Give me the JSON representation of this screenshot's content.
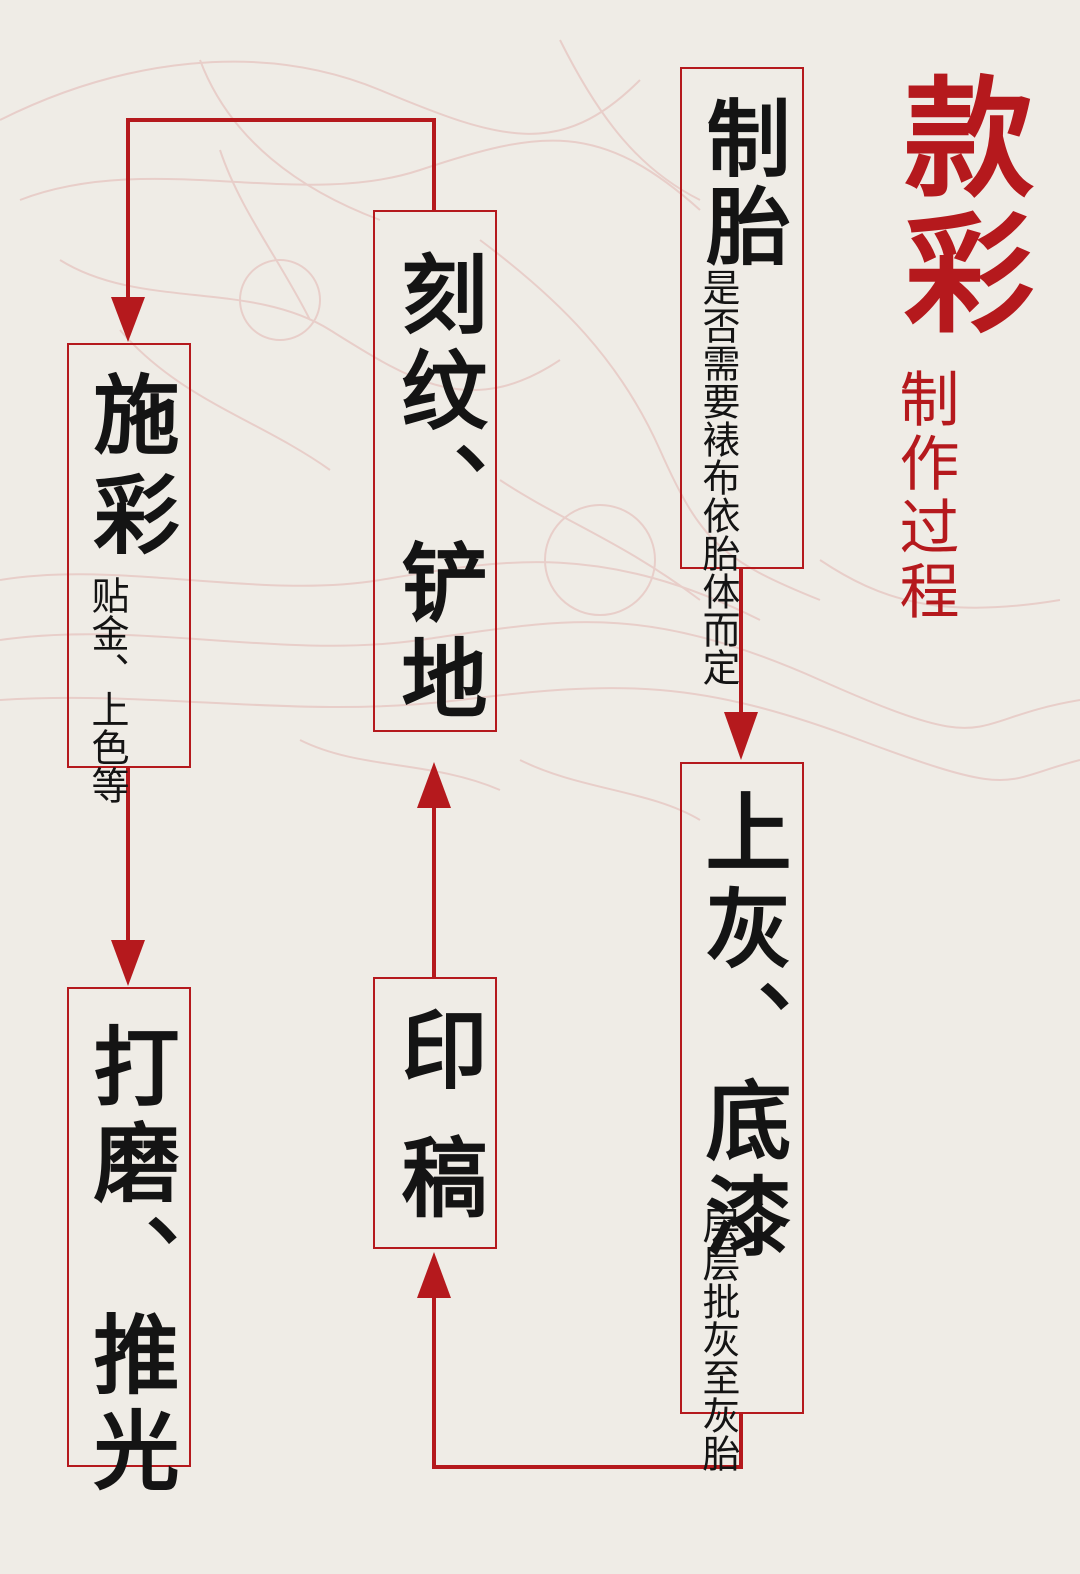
{
  "title": "款彩",
  "subtitle": "制作过程",
  "steps": {
    "zhitai": {
      "label": "制胎",
      "note": "是否需要裱布依胎体而定"
    },
    "shanghui": {
      "label": "上灰、底漆",
      "note": "层层批灰至灰胎"
    },
    "yingao": {
      "label": "印稿"
    },
    "kewen": {
      "label": "刻纹、铲地"
    },
    "shicai": {
      "label": "施彩",
      "note": "贴金、上色等"
    },
    "damo": {
      "label": "打磨、推光"
    }
  },
  "colors": {
    "accent": "#b5191d",
    "text": "#141414",
    "background": "#efece6"
  }
}
